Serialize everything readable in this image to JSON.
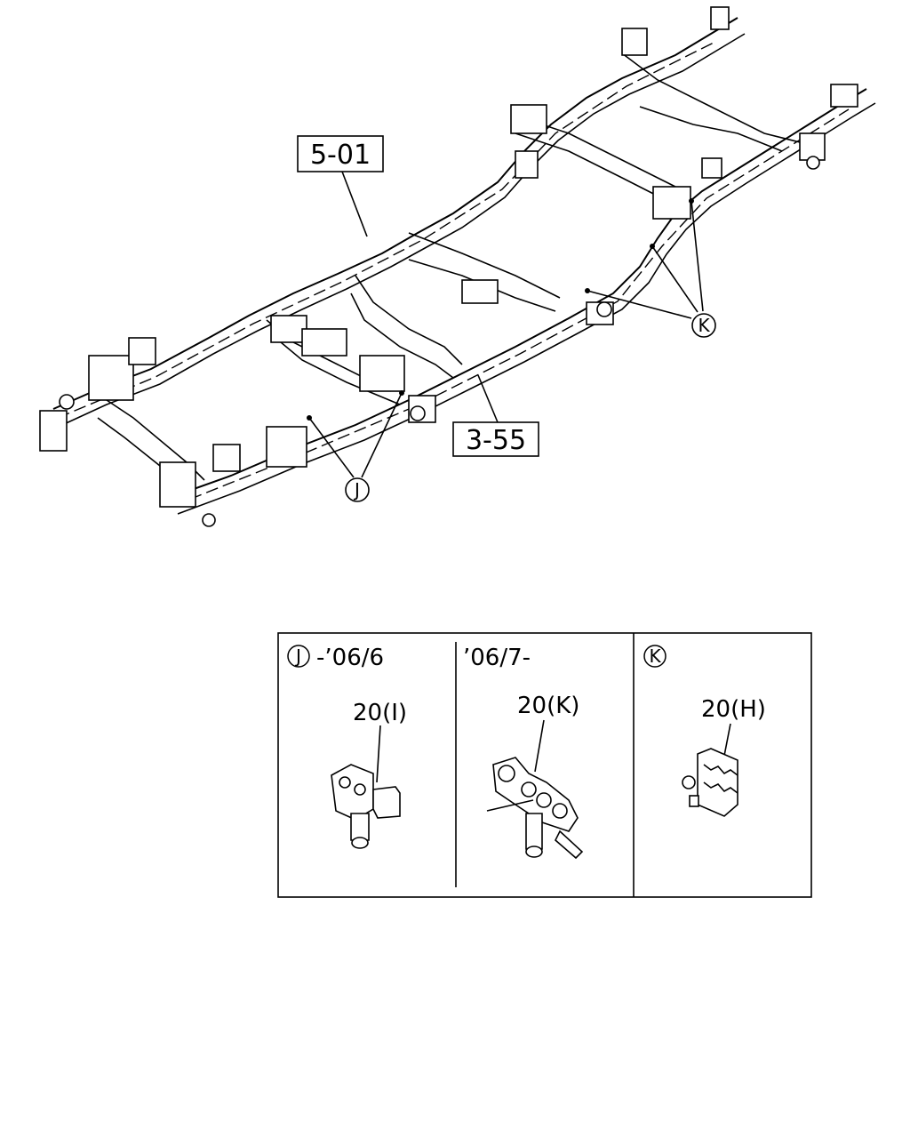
{
  "callouts": {
    "ref_5_01": "5-01",
    "ref_3_55": "3-55",
    "circle_j": "J",
    "circle_k": "K"
  },
  "detail_panel": {
    "section_j_old": {
      "letter": "J",
      "range": "-’06/6",
      "part": "20(I)"
    },
    "section_j_new": {
      "range": "’06/7-",
      "part": "20(K)"
    },
    "section_k": {
      "letter": "K",
      "part": "20(H)"
    }
  }
}
